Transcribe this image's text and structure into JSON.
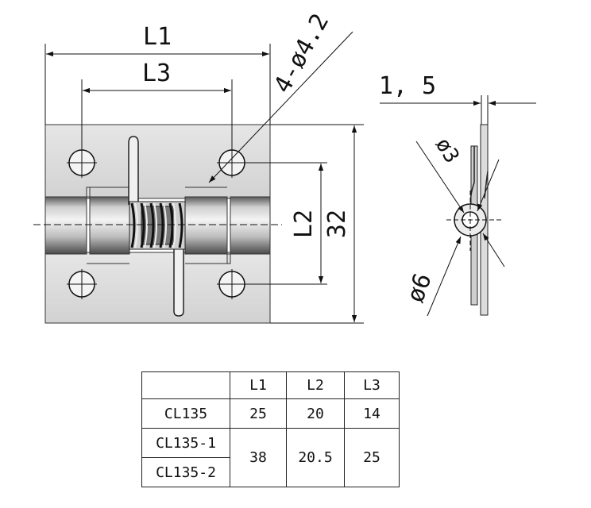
{
  "drawing": {
    "labels": {
      "l1": "L1",
      "l3": "L3",
      "l2": "L2",
      "height": "32",
      "hole": "4-ø4.2",
      "thickness": "1, 5",
      "pin": "ø3",
      "knuckle": "ø6"
    }
  },
  "table": {
    "headers": [
      "",
      "L1",
      "L2",
      "L3"
    ],
    "rows": [
      {
        "model": "CL135",
        "l1": "25",
        "l2": "20",
        "l3": "14"
      },
      {
        "model": "CL135-1",
        "l1": "38",
        "l2": "20.5",
        "l3": "25"
      },
      {
        "model": "CL135-2"
      }
    ]
  }
}
